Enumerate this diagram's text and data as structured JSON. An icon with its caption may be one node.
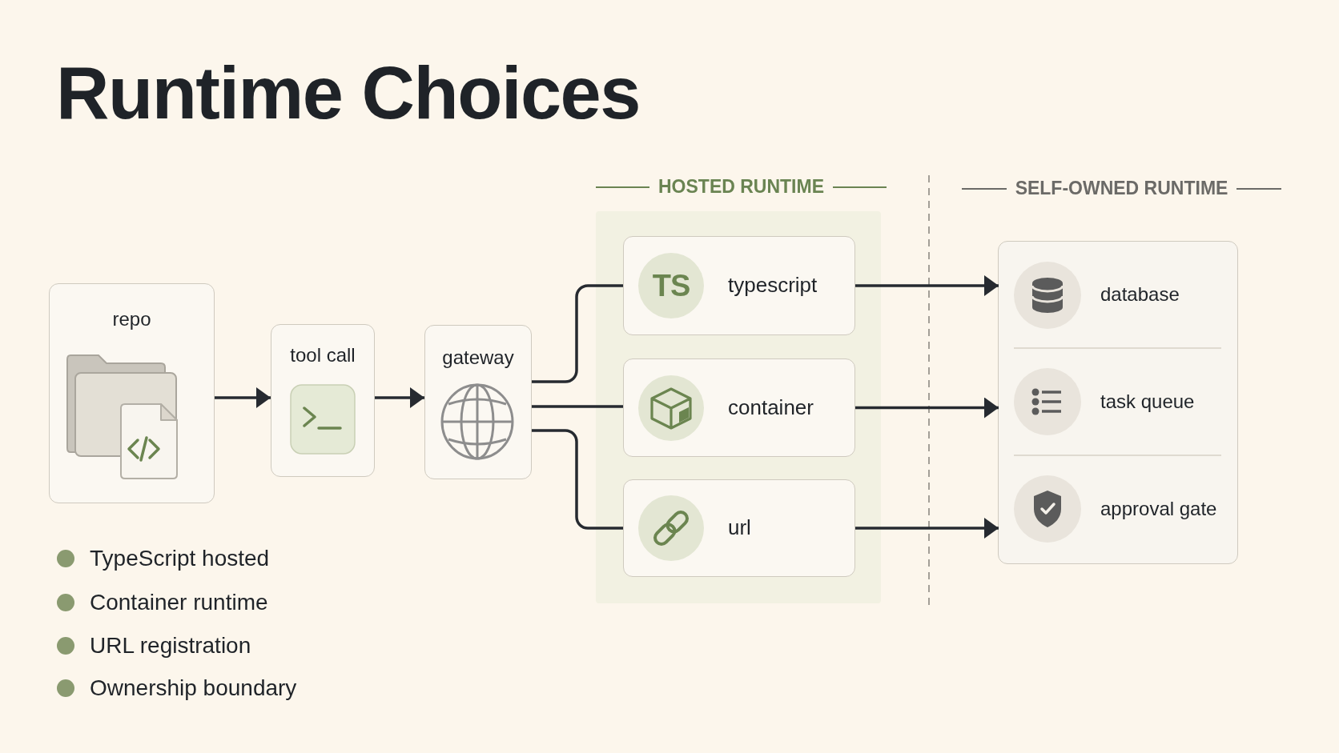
{
  "diagram": {
    "title": "Runtime Choices",
    "nodes": [
      {
        "text": [
          "repo"
        ]
      },
      {
        "text": [
          "tool call"
        ]
      },
      {
        "text": [
          "gateway"
        ]
      },
      {
        "text": [
          "HOSTED RUNTIME"
        ]
      },
      {
        "text": [
          "TS",
          "typescript"
        ],
        "in": 3
      },
      {
        "text": [
          "container"
        ],
        "in": 3
      },
      {
        "text": [
          "url"
        ],
        "in": 3
      },
      {
        "text": [
          "SELF-OWNED RUNTIME"
        ]
      },
      {
        "text": [
          "database"
        ],
        "in": 7
      },
      {
        "text": [
          "task queue"
        ],
        "in": 7
      },
      {
        "text": [
          "approval gate"
        ],
        "in": 7
      }
    ],
    "edges": [
      {
        "from": 0,
        "to": 1,
        "arrow": "to"
      },
      {
        "from": 1,
        "to": 2,
        "arrow": "to"
      },
      {
        "from": 2,
        "to": 4,
        "arrow": "none"
      },
      {
        "from": 2,
        "to": 5,
        "arrow": "none"
      },
      {
        "from": 2,
        "to": 6,
        "arrow": "none"
      },
      {
        "from": 4,
        "to": 8,
        "arrow": "to"
      },
      {
        "from": 5,
        "to": 9,
        "arrow": "to"
      },
      {
        "from": 6,
        "to": 10,
        "arrow": "to"
      }
    ],
    "labels": [
      "TypeScript hosted",
      "Container runtime",
      "URL registration",
      "Ownership boundary"
    ]
  }
}
